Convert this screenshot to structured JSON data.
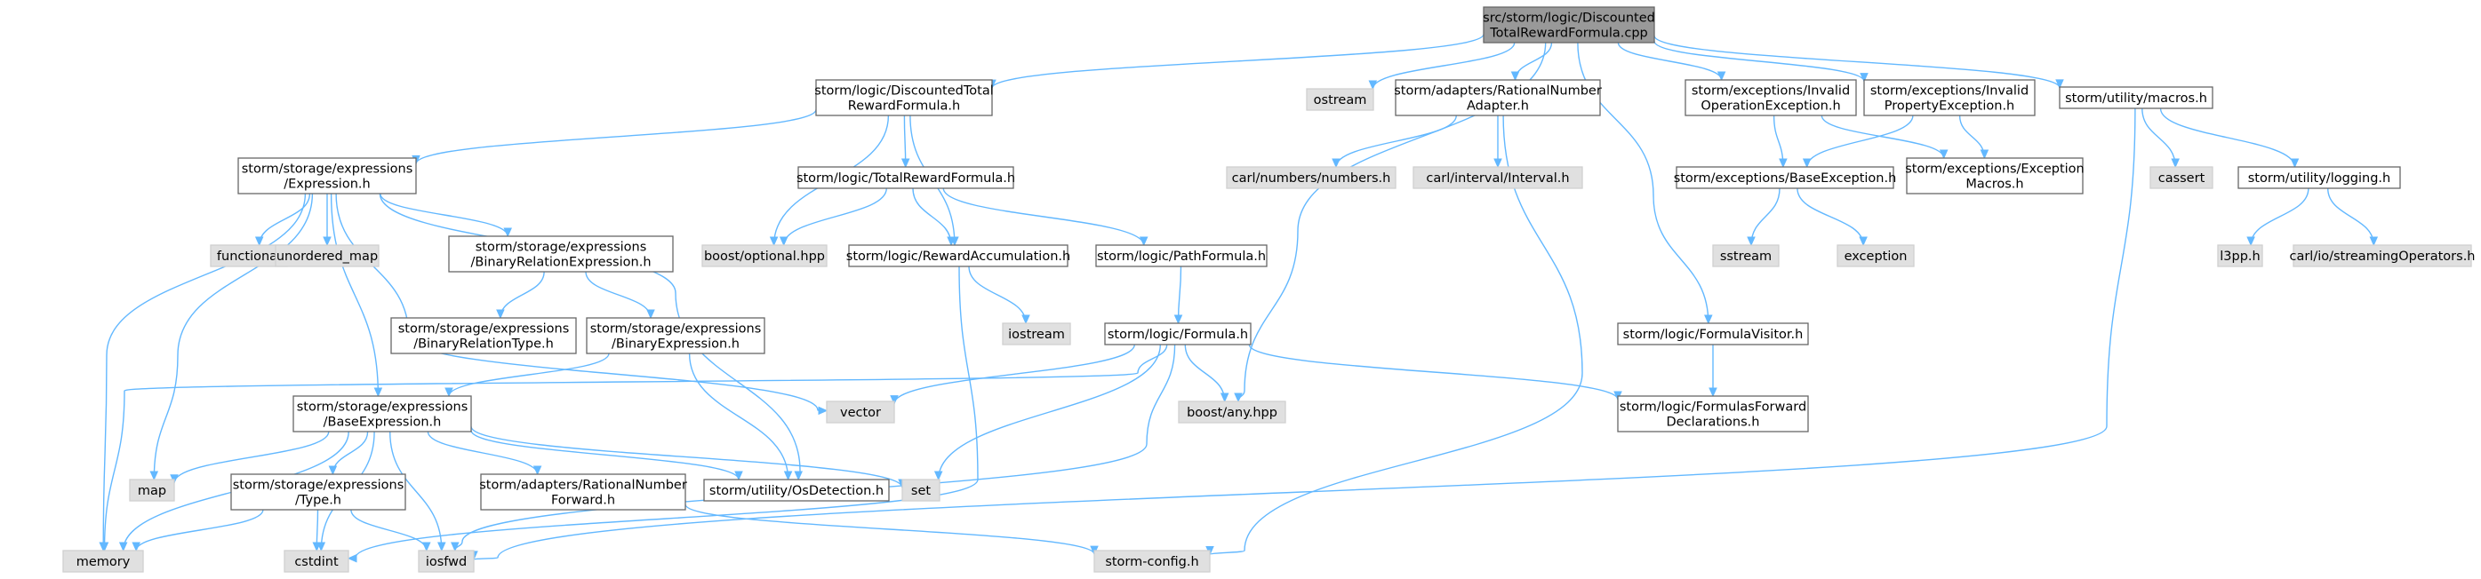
{
  "graph": {
    "edge_color": "#63b8ff",
    "node_colors": {
      "file": "#ffffff",
      "system": "#e0e0e0",
      "root": "#999999"
    },
    "nodes": [
      {
        "id": "root",
        "kind": "root",
        "lines": [
          "src/storm/logic/Discounted",
          "TotalRewardFormula.cpp"
        ]
      },
      {
        "id": "dtrf",
        "kind": "file",
        "lines": [
          "storm/logic/DiscountedTotal",
          "RewardFormula.h"
        ]
      },
      {
        "id": "ostream",
        "kind": "system",
        "lines": [
          "ostream"
        ]
      },
      {
        "id": "rnadapter",
        "kind": "file",
        "lines": [
          "storm/adapters/RationalNumber",
          "Adapter.h"
        ]
      },
      {
        "id": "invop",
        "kind": "file",
        "lines": [
          "storm/exceptions/Invalid",
          "OperationException.h"
        ]
      },
      {
        "id": "invprop",
        "kind": "file",
        "lines": [
          "storm/exceptions/Invalid",
          "PropertyException.h"
        ]
      },
      {
        "id": "macros",
        "kind": "file",
        "lines": [
          "storm/utility/macros.h"
        ]
      },
      {
        "id": "expr",
        "kind": "file",
        "lines": [
          "storm/storage/expressions",
          "/Expression.h"
        ]
      },
      {
        "id": "trf",
        "kind": "file",
        "lines": [
          "storm/logic/TotalRewardFormula.h"
        ]
      },
      {
        "id": "carlnum",
        "kind": "system",
        "lines": [
          "carl/numbers/numbers.h"
        ]
      },
      {
        "id": "carlint",
        "kind": "system",
        "lines": [
          "carl/interval/Interval.h"
        ]
      },
      {
        "id": "baseexc",
        "kind": "file",
        "lines": [
          "storm/exceptions/BaseException.h"
        ]
      },
      {
        "id": "excmacros",
        "kind": "file",
        "lines": [
          "storm/exceptions/Exception",
          "Macros.h"
        ]
      },
      {
        "id": "cassert",
        "kind": "system",
        "lines": [
          "cassert"
        ]
      },
      {
        "id": "logging",
        "kind": "file",
        "lines": [
          "storm/utility/logging.h"
        ]
      },
      {
        "id": "functional",
        "kind": "system",
        "lines": [
          "functional"
        ]
      },
      {
        "id": "umap",
        "kind": "system",
        "lines": [
          "unordered_map"
        ]
      },
      {
        "id": "binrel",
        "kind": "file",
        "lines": [
          "storm/storage/expressions",
          "/BinaryRelationExpression.h"
        ]
      },
      {
        "id": "optional",
        "kind": "system",
        "lines": [
          "boost/optional.hpp"
        ]
      },
      {
        "id": "rewacc",
        "kind": "file",
        "lines": [
          "storm/logic/RewardAccumulation.h"
        ]
      },
      {
        "id": "pathf",
        "kind": "file",
        "lines": [
          "storm/logic/PathFormula.h"
        ]
      },
      {
        "id": "sstream",
        "kind": "system",
        "lines": [
          "sstream"
        ]
      },
      {
        "id": "exception",
        "kind": "system",
        "lines": [
          "exception"
        ]
      },
      {
        "id": "l3pp",
        "kind": "system",
        "lines": [
          "l3pp.h"
        ]
      },
      {
        "id": "carlstream",
        "kind": "system",
        "lines": [
          "carl/io/streamingOperators.h"
        ]
      },
      {
        "id": "binreltype",
        "kind": "file",
        "lines": [
          "storm/storage/expressions",
          "/BinaryRelationType.h"
        ]
      },
      {
        "id": "binexpr",
        "kind": "file",
        "lines": [
          "storm/storage/expressions",
          "/BinaryExpression.h"
        ]
      },
      {
        "id": "iostream",
        "kind": "system",
        "lines": [
          "iostream"
        ]
      },
      {
        "id": "formula",
        "kind": "file",
        "lines": [
          "storm/logic/Formula.h"
        ]
      },
      {
        "id": "visitor",
        "kind": "file",
        "lines": [
          "storm/logic/FormulaVisitor.h"
        ]
      },
      {
        "id": "baseexpr",
        "kind": "file",
        "lines": [
          "storm/storage/expressions",
          "/BaseExpression.h"
        ]
      },
      {
        "id": "vector",
        "kind": "system",
        "lines": [
          "vector"
        ]
      },
      {
        "id": "any",
        "kind": "system",
        "lines": [
          "boost/any.hpp"
        ]
      },
      {
        "id": "fwddecl",
        "kind": "file",
        "lines": [
          "storm/logic/FormulasForward",
          "Declarations.h"
        ]
      },
      {
        "id": "map",
        "kind": "system",
        "lines": [
          "map"
        ]
      },
      {
        "id": "type",
        "kind": "file",
        "lines": [
          "storm/storage/expressions",
          "/Type.h"
        ]
      },
      {
        "id": "rnfwd",
        "kind": "file",
        "lines": [
          "storm/adapters/RationalNumber",
          "Forward.h"
        ]
      },
      {
        "id": "osdet",
        "kind": "file",
        "lines": [
          "storm/utility/OsDetection.h"
        ]
      },
      {
        "id": "set",
        "kind": "system",
        "lines": [
          "set"
        ]
      },
      {
        "id": "memory",
        "kind": "system",
        "lines": [
          "memory"
        ]
      },
      {
        "id": "cstdint",
        "kind": "system",
        "lines": [
          "cstdint"
        ]
      },
      {
        "id": "iosfwd",
        "kind": "system",
        "lines": [
          "iosfwd"
        ]
      },
      {
        "id": "stormconfig",
        "kind": "system",
        "lines": [
          "storm-config.h"
        ]
      }
    ],
    "edges": [
      [
        "root",
        "dtrf"
      ],
      [
        "root",
        "ostream"
      ],
      [
        "root",
        "rnadapter"
      ],
      [
        "root",
        "invop"
      ],
      [
        "root",
        "invprop"
      ],
      [
        "root",
        "macros"
      ],
      [
        "root",
        "any"
      ],
      [
        "root",
        "visitor"
      ],
      [
        "dtrf",
        "expr"
      ],
      [
        "dtrf",
        "trf"
      ],
      [
        "dtrf",
        "optional"
      ],
      [
        "dtrf",
        "rewacc"
      ],
      [
        "expr",
        "functional"
      ],
      [
        "expr",
        "umap"
      ],
      [
        "expr",
        "binrel"
      ],
      [
        "expr",
        "memory"
      ],
      [
        "expr",
        "map"
      ],
      [
        "expr",
        "vector"
      ],
      [
        "expr",
        "baseexpr"
      ],
      [
        "expr",
        "osdet"
      ],
      [
        "trf",
        "optional"
      ],
      [
        "trf",
        "rewacc"
      ],
      [
        "trf",
        "pathf"
      ],
      [
        "rnadapter",
        "carlnum"
      ],
      [
        "rnadapter",
        "carlint"
      ],
      [
        "rnadapter",
        "stormconfig"
      ],
      [
        "invop",
        "baseexc"
      ],
      [
        "invop",
        "excmacros"
      ],
      [
        "invprop",
        "baseexc"
      ],
      [
        "invprop",
        "excmacros"
      ],
      [
        "baseexc",
        "sstream"
      ],
      [
        "baseexc",
        "exception"
      ],
      [
        "macros",
        "cassert"
      ],
      [
        "macros",
        "logging"
      ],
      [
        "macros",
        "iosfwd"
      ],
      [
        "logging",
        "l3pp"
      ],
      [
        "logging",
        "carlstream"
      ],
      [
        "binrel",
        "binreltype"
      ],
      [
        "binrel",
        "binexpr"
      ],
      [
        "binexpr",
        "baseexpr"
      ],
      [
        "binexpr",
        "osdet"
      ],
      [
        "rewacc",
        "iostream"
      ],
      [
        "rewacc",
        "cstdint"
      ],
      [
        "pathf",
        "formula"
      ],
      [
        "formula",
        "memory"
      ],
      [
        "formula",
        "vector"
      ],
      [
        "formula",
        "any"
      ],
      [
        "formula",
        "set"
      ],
      [
        "formula",
        "fwddecl"
      ],
      [
        "formula",
        "iosfwd"
      ],
      [
        "visitor",
        "fwddecl"
      ],
      [
        "baseexpr",
        "map"
      ],
      [
        "baseexpr",
        "memory"
      ],
      [
        "baseexpr",
        "set"
      ],
      [
        "baseexpr",
        "iosfwd"
      ],
      [
        "baseexpr",
        "cstdint"
      ],
      [
        "baseexpr",
        "type"
      ],
      [
        "baseexpr",
        "rnfwd"
      ],
      [
        "baseexpr",
        "osdet"
      ],
      [
        "type",
        "memory"
      ],
      [
        "type",
        "cstdint"
      ],
      [
        "type",
        "iosfwd"
      ],
      [
        "rnfwd",
        "stormconfig"
      ]
    ]
  }
}
